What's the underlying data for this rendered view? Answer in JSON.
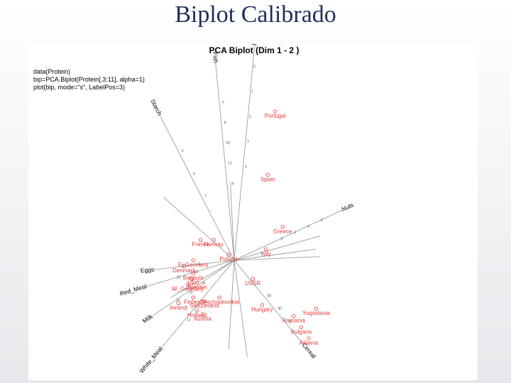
{
  "slide": {
    "title": "Biplot Calibrado"
  },
  "code_lines": [
    "data(Protein)",
    "bip=PCA.Biplot(Protein[,3:11], alpha=1)",
    "plot(bip, mode=\"s\", LabelPos=3)"
  ],
  "chart_data": {
    "type": "scatter",
    "title": "PCA Biplot (Dim 1 - 2 )",
    "xlabel": "",
    "ylabel": "",
    "xlim": [
      -3.2,
      3.6
    ],
    "ylim": [
      -3.6,
      4.6
    ],
    "grid": false,
    "point_color": "#e03a3a",
    "axis_color": "#909090",
    "points": [
      {
        "label": "Portugal",
        "x": 1.1,
        "y": 4.0
      },
      {
        "label": "Spain",
        "x": 0.9,
        "y": 2.3
      },
      {
        "label": "Greece",
        "x": 1.3,
        "y": 0.9
      },
      {
        "label": "Italy",
        "x": 0.85,
        "y": 0.3
      },
      {
        "label": "USSR",
        "x": 0.5,
        "y": -0.5
      },
      {
        "label": "Hungary",
        "x": 0.75,
        "y": -1.2
      },
      {
        "label": "Yugoslavia",
        "x": 2.2,
        "y": -1.3
      },
      {
        "label": "Romania",
        "x": 1.6,
        "y": -1.5
      },
      {
        "label": "Bulgaria",
        "x": 1.8,
        "y": -1.8
      },
      {
        "label": "Albania",
        "x": 2.0,
        "y": -2.1
      },
      {
        "label": "France",
        "x": -0.9,
        "y": 0.55
      },
      {
        "label": "Norway",
        "x": -0.55,
        "y": 0.55
      },
      {
        "label": "Poland",
        "x": -0.15,
        "y": 0.15
      },
      {
        "label": "E_Germany",
        "x": -1.1,
        "y": 0.0
      },
      {
        "label": "Denmark",
        "x": -1.35,
        "y": -0.15
      },
      {
        "label": "Belgium",
        "x": -1.1,
        "y": -0.35
      },
      {
        "label": "UK",
        "x": -1.15,
        "y": -0.5
      },
      {
        "label": "Sweden",
        "x": -1.0,
        "y": -0.6
      },
      {
        "label": "W_Germany",
        "x": -1.25,
        "y": -0.65
      },
      {
        "label": "Finland",
        "x": -1.1,
        "y": -1.0
      },
      {
        "label": "Czechoslovakia",
        "x": -0.4,
        "y": -1.0
      },
      {
        "label": "Switzerland",
        "x": -0.8,
        "y": -1.1
      },
      {
        "label": "Ireland",
        "x": -1.5,
        "y": -1.15
      },
      {
        "label": "Holland",
        "x": -1.0,
        "y": -1.35
      },
      {
        "label": "Austria",
        "x": -0.85,
        "y": -1.45
      }
    ],
    "variables": [
      {
        "label": "Fruits_Vegetables",
        "dx": 0.55,
        "dy": 6.5
      },
      {
        "label": "Fish",
        "dx": -0.5,
        "dy": 5.3
      },
      {
        "label": "Starch",
        "dx": -2.0,
        "dy": 3.9
      },
      {
        "label": "Nuts",
        "dx": 2.9,
        "dy": 1.35
      },
      {
        "label": "Eggs",
        "dx": -2.15,
        "dy": -0.25
      },
      {
        "label": "Red_Meat",
        "dx": -2.35,
        "dy": -0.7
      },
      {
        "label": "Milk",
        "dx": -2.2,
        "dy": -1.5
      },
      {
        "label": "White_Meat",
        "dx": -1.95,
        "dy": -2.35
      },
      {
        "label": "Cereal",
        "dx": 1.85,
        "dy": -2.25
      }
    ],
    "extra_axes": [
      {
        "dx": -1.9,
        "dy": 1.7
      },
      {
        "dx": -1.7,
        "dy": -1.0
      },
      {
        "dx": 2.3,
        "dy": 0.65
      },
      {
        "dx": 2.3,
        "dy": 0.1
      },
      {
        "dx": 2.2,
        "dy": 0.3
      },
      {
        "dx": -0.1,
        "dy": 2.0
      },
      {
        "dx": 0.35,
        "dy": -2.6
      },
      {
        "dx": -0.15,
        "dy": -2.4
      }
    ],
    "ticks": [
      {
        "var": 0,
        "values": [
          "4",
          "3",
          "2",
          "1",
          "0"
        ]
      },
      {
        "var": 1,
        "values": [
          "14",
          "12",
          "10",
          "8",
          "6"
        ]
      },
      {
        "var": 2,
        "values": [
          "7",
          "6",
          "5"
        ]
      },
      {
        "var": 3,
        "values": [
          "8",
          "6",
          "4",
          "2"
        ]
      },
      {
        "var": 4,
        "values": [
          "4",
          "3"
        ]
      },
      {
        "var": 5,
        "values": [
          "15",
          "10"
        ]
      },
      {
        "var": 6,
        "values": [
          "25",
          "20",
          "15"
        ]
      },
      {
        "var": 7,
        "values": [
          "16",
          "12"
        ]
      },
      {
        "var": 8,
        "values": [
          "30",
          "40",
          "50"
        ]
      }
    ]
  }
}
